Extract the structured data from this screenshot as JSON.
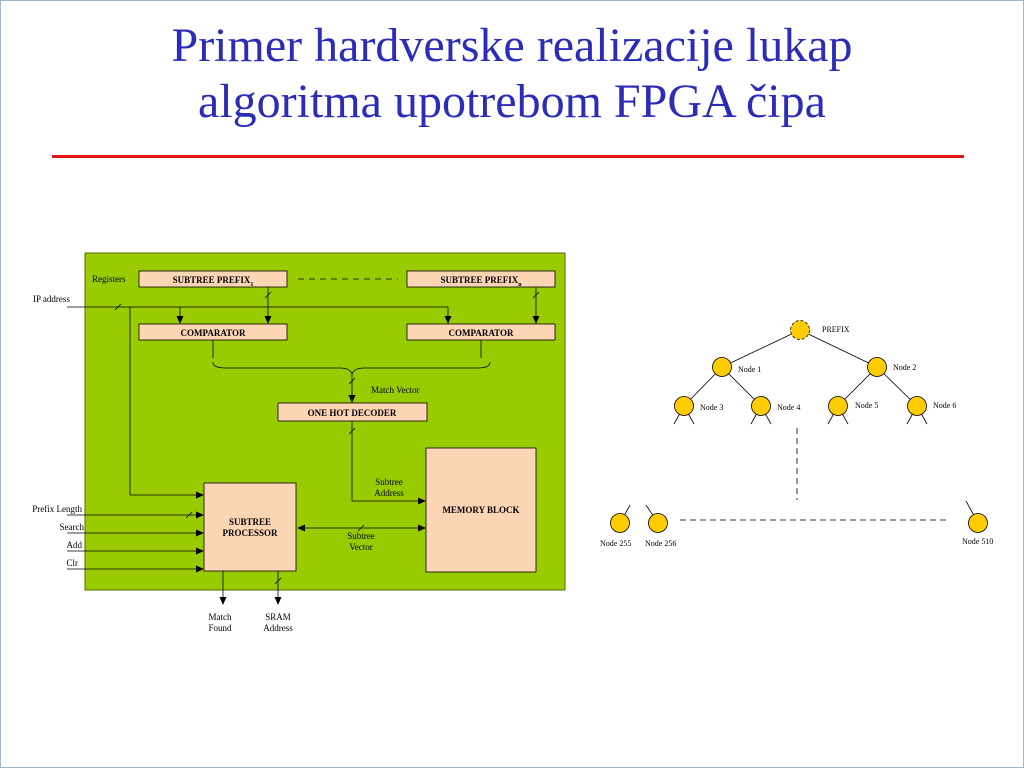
{
  "slide": {
    "title_line1": "Primer hardverske realizacije lukap",
    "title_line2": "algoritma upotrebom FPGA čipa"
  },
  "colors": {
    "title": "#2b2db8",
    "rule": "#e01818",
    "fpga_background": "#99cc00",
    "block_fill": "#fcd5b4",
    "node_fill": "#ffcc00"
  },
  "block_diagram": {
    "registers_label": "Registers",
    "ip_address_label": "IP address",
    "subtree_prefix_1": {
      "main": "SUBTREE PREFIX",
      "sub": "1"
    },
    "subtree_prefix_n": {
      "main": "SUBTREE PREFIX",
      "sub": "n"
    },
    "comparator_1": "COMPARATOR",
    "comparator_2": "COMPARATOR",
    "match_vector_label": "Match Vector",
    "one_hot_decoder": "ONE HOT DECODER",
    "subtree_address_label": [
      "Subtree",
      "Address"
    ],
    "memory_block": "MEMORY BLOCK",
    "subtree_processor": [
      "SUBTREE",
      "PROCESSOR"
    ],
    "subtree_vector_label": [
      "Subtree",
      "Vector"
    ],
    "inputs": [
      "Prefix Length",
      "Search",
      "Add",
      "Clr"
    ],
    "match_found_label": [
      "Match",
      "Found"
    ],
    "sram_address_label": [
      "SRAM",
      "Address"
    ]
  },
  "tree": {
    "root_label": "PREFIX",
    "nodes": [
      "Node 1",
      "Node 2",
      "Node 3",
      "Node 4",
      "Node 5",
      "Node 6"
    ],
    "leaves": [
      "Node 255",
      "Node 256",
      "Node 510"
    ]
  }
}
